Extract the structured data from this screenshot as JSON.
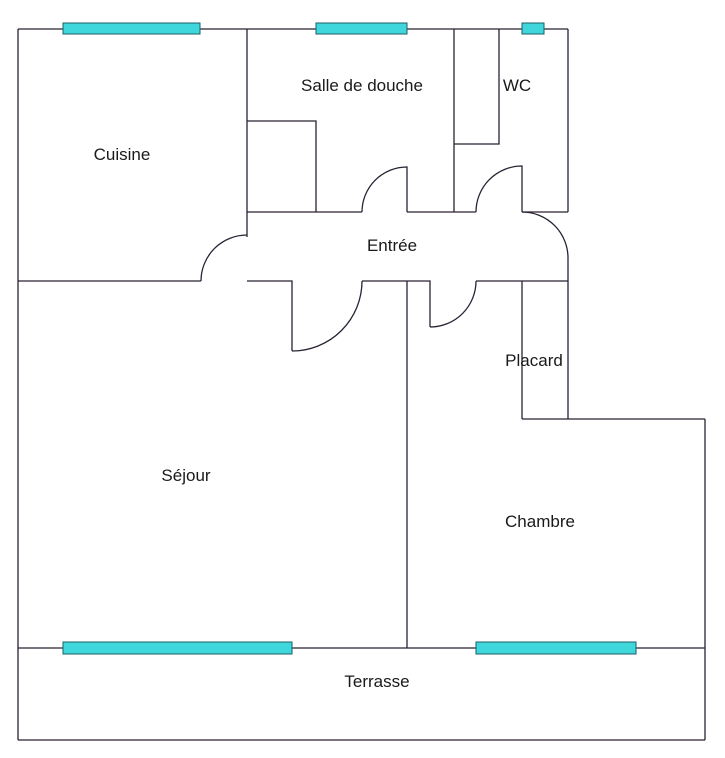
{
  "plan": {
    "colors": {
      "wall": "#2a2233",
      "window": "#3fd7dc",
      "background": "#ffffff"
    },
    "rooms": {
      "cuisine": "Cuisine",
      "salle_de_douche": "Salle de douche",
      "wc": "WC",
      "entree": "Entrée",
      "placard": "Placard",
      "sejour": "Séjour",
      "chambre": "Chambre",
      "terrasse": "Terrasse"
    }
  }
}
